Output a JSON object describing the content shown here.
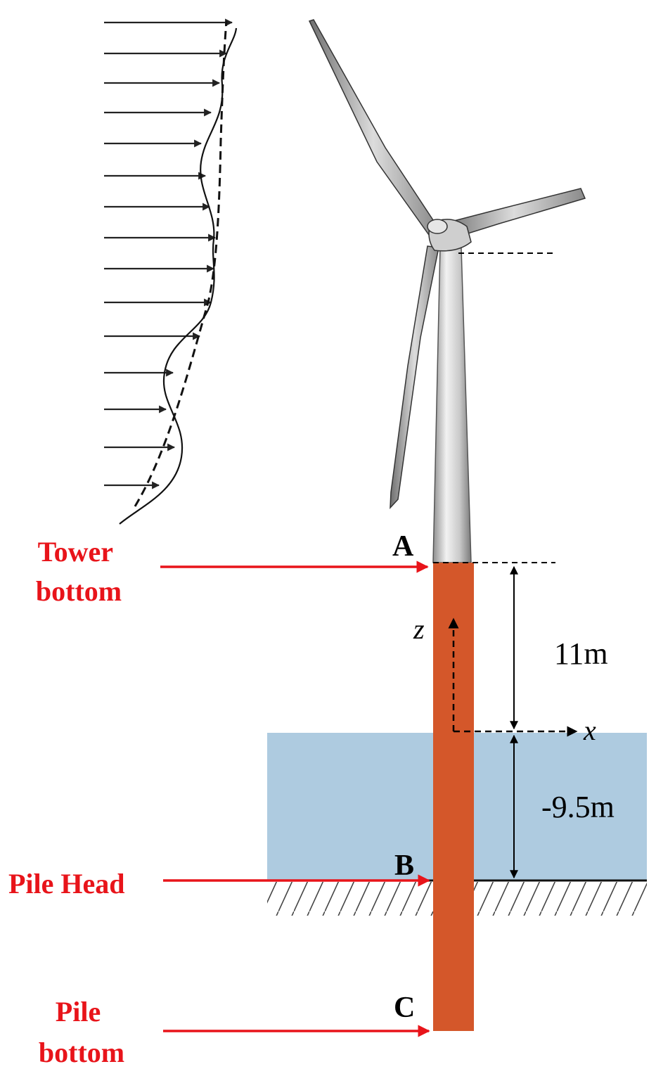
{
  "labels": {
    "tower_bottom": [
      "Tower",
      "bottom"
    ],
    "pile_head": "Pile Head",
    "pile_bottom": [
      "Pile",
      "bottom"
    ],
    "point_a": "A",
    "point_b": "B",
    "point_c": "C",
    "axis_z": "z",
    "axis_x": "x",
    "height_above": "11m",
    "water_depth": "-9.5m"
  },
  "colors": {
    "callout": "#e8141a",
    "pile": "#d4572a",
    "water": "#aecbe0",
    "ink": "#000000"
  },
  "icons": {
    "wind_profile": "wind-velocity-profile",
    "turbine": "wind-turbine",
    "seabed": "hatched-soil"
  }
}
